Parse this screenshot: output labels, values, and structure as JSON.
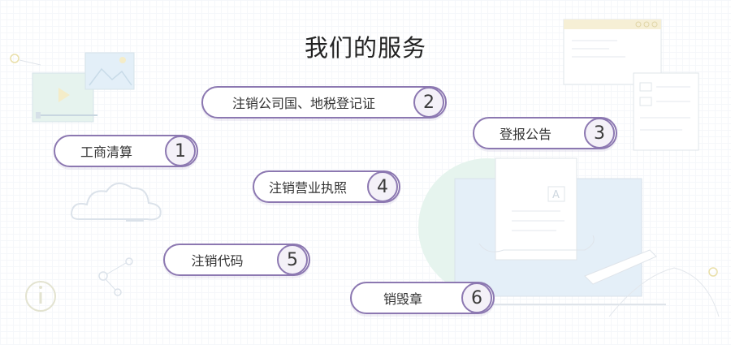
{
  "title": "我们的服务",
  "services": [
    {
      "label": "工商清算",
      "number": "1"
    },
    {
      "label": "注销公司国、地税登记证",
      "number": "2"
    },
    {
      "label": "登报公告",
      "number": "3"
    },
    {
      "label": "注销营业执照",
      "number": "4"
    },
    {
      "label": "注销代码",
      "number": "5"
    },
    {
      "label": "销毁章",
      "number": "6"
    }
  ],
  "colors": {
    "accent": "#8c78b1",
    "circle_fill": "#f4f1f8",
    "decor_line": "#dfe4ea",
    "decor_blue": "#dcecf6",
    "decor_green": "#e5f3ec",
    "decor_yellow": "#f6efd5"
  }
}
